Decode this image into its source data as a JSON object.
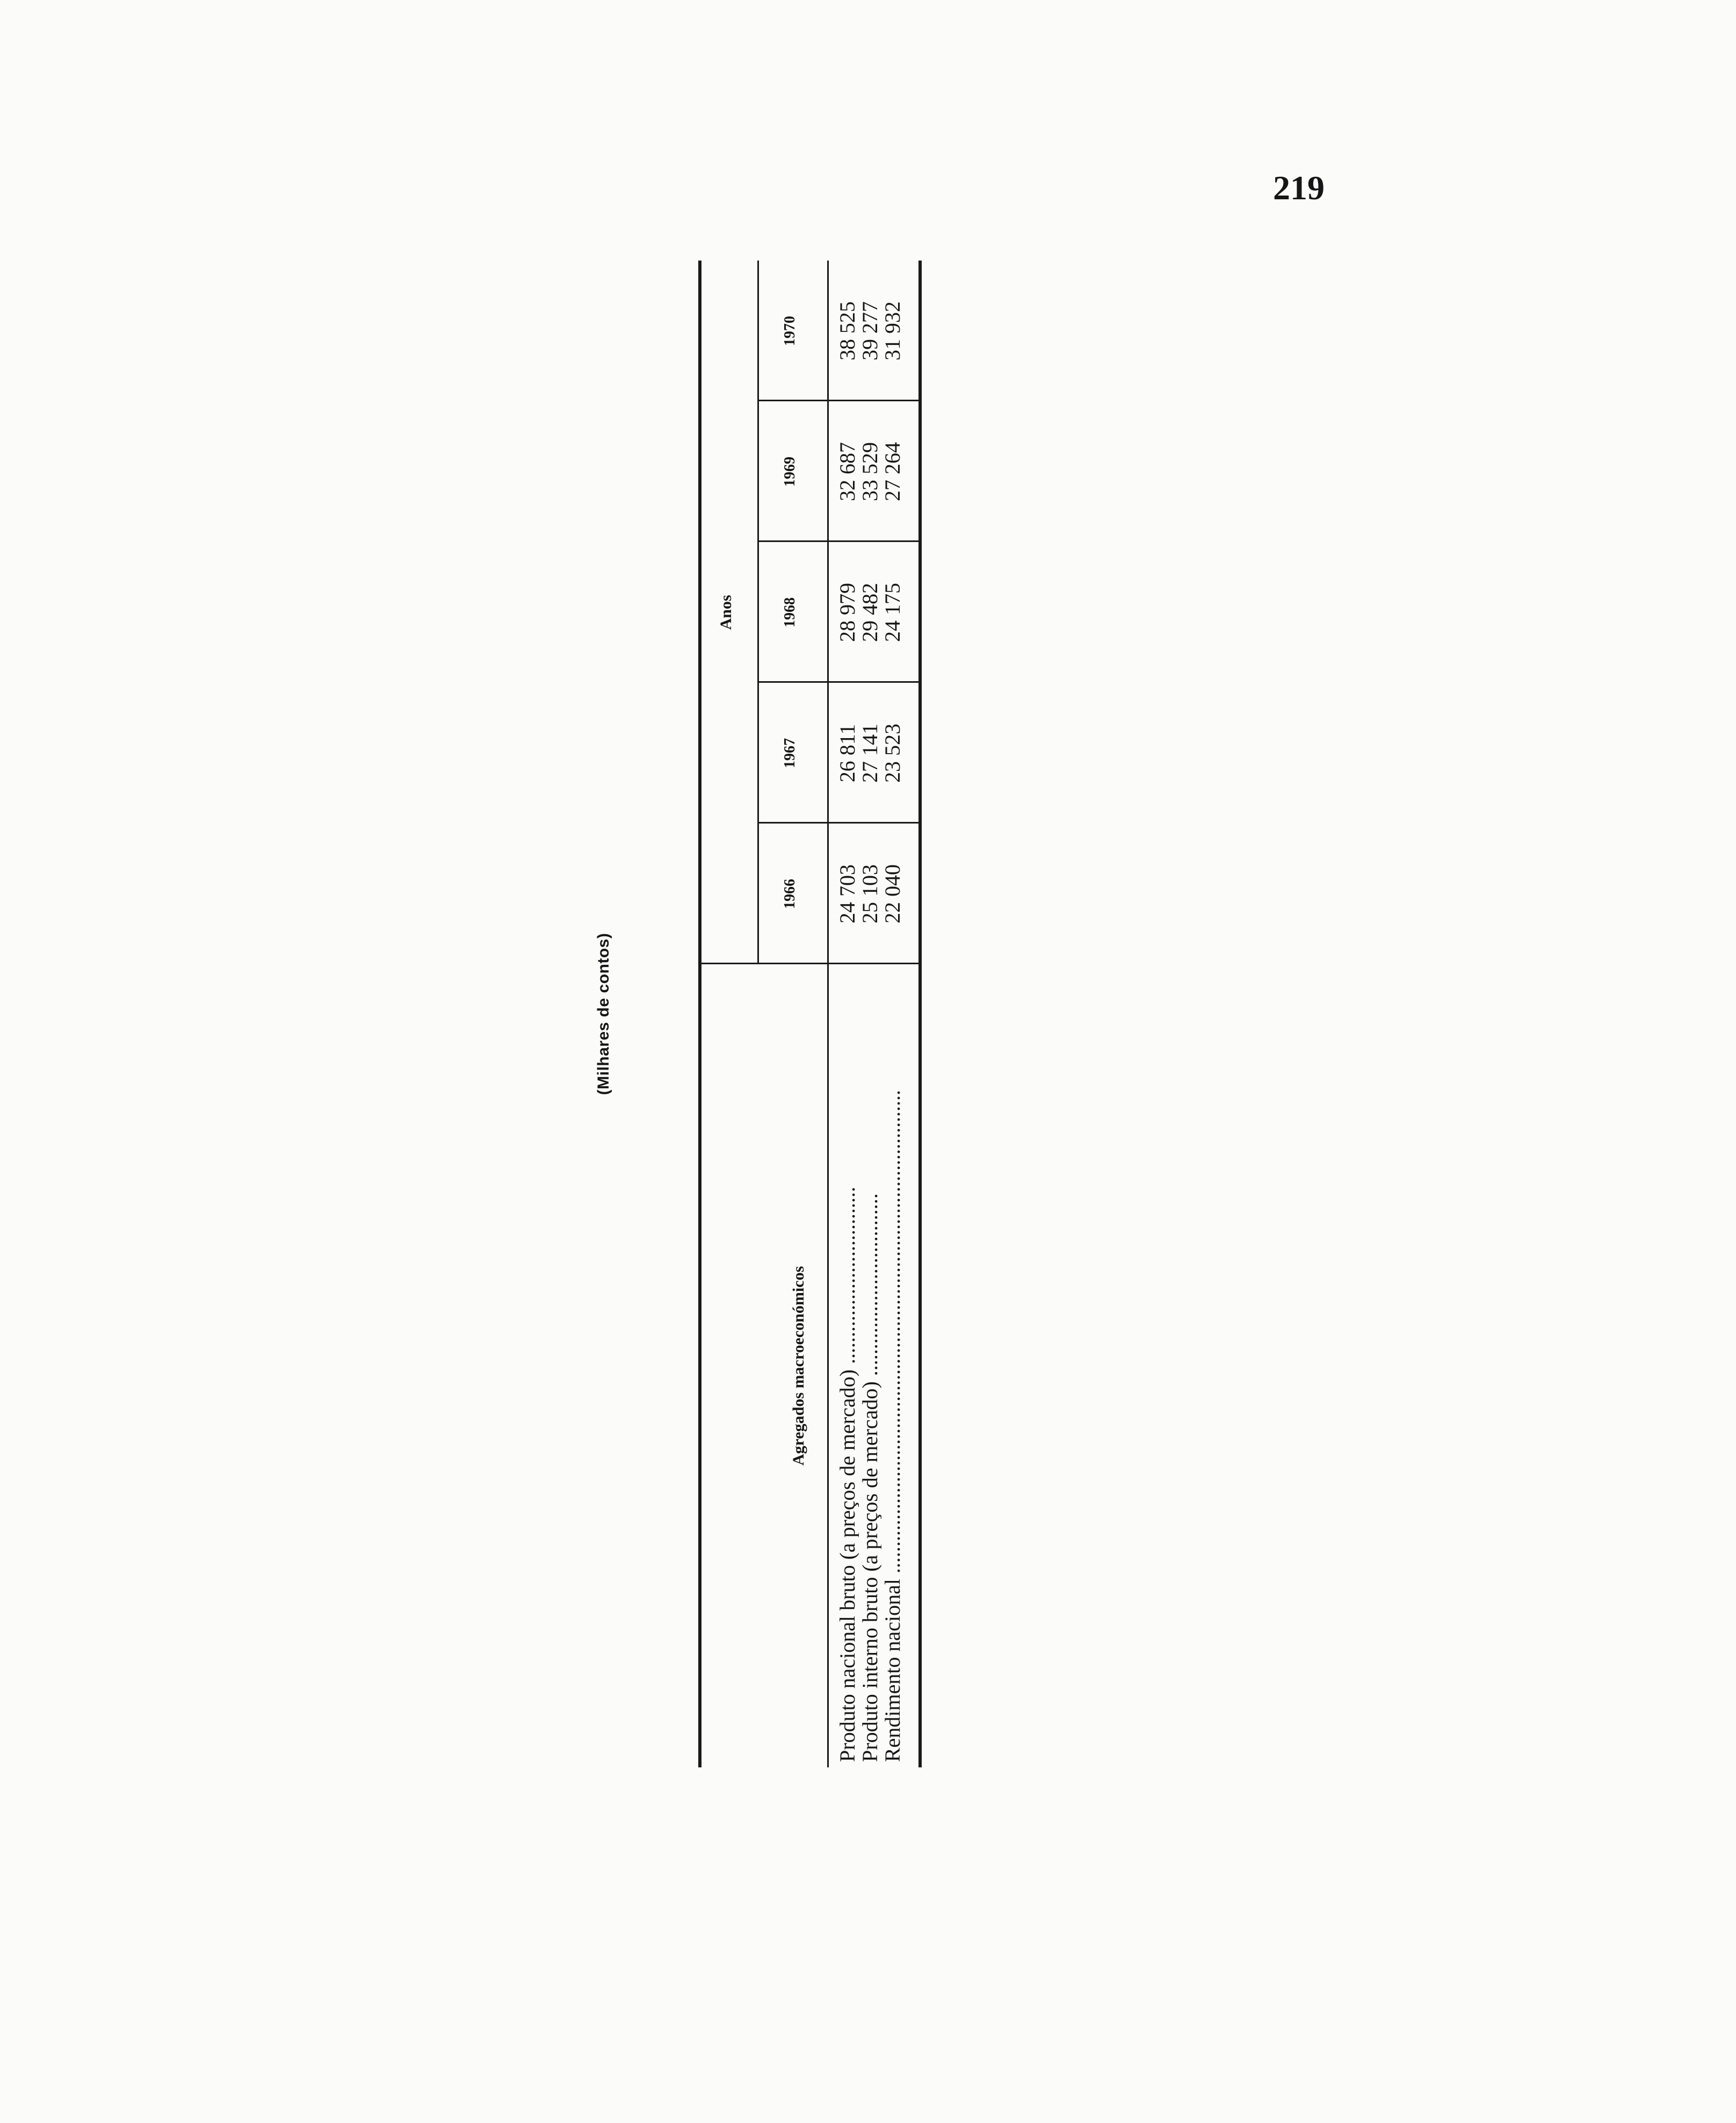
{
  "page_number": "219",
  "unit_note": "(Milhares de contos)",
  "table": {
    "row_header": "Agregados macroeconómicos",
    "group_header": "Anos",
    "years": [
      "1966",
      "1967",
      "1968",
      "1969",
      "1970"
    ],
    "rows": [
      {
        "label": "Produto nacional bruto (a preços de mercado) .................................",
        "values": [
          "24 703",
          "26 811",
          "28 979",
          "32 687",
          "38 525"
        ]
      },
      {
        "label": "Produto interno bruto (a preços de mercado) ..................................",
        "values": [
          "25 103",
          "27 141",
          "29 482",
          "33 529",
          "39 277"
        ]
      },
      {
        "label": "Rendimento nacional ..........................................................................................",
        "values": [
          "22 040",
          "23 523",
          "24 175",
          "27 264",
          "31 932"
        ]
      }
    ]
  }
}
